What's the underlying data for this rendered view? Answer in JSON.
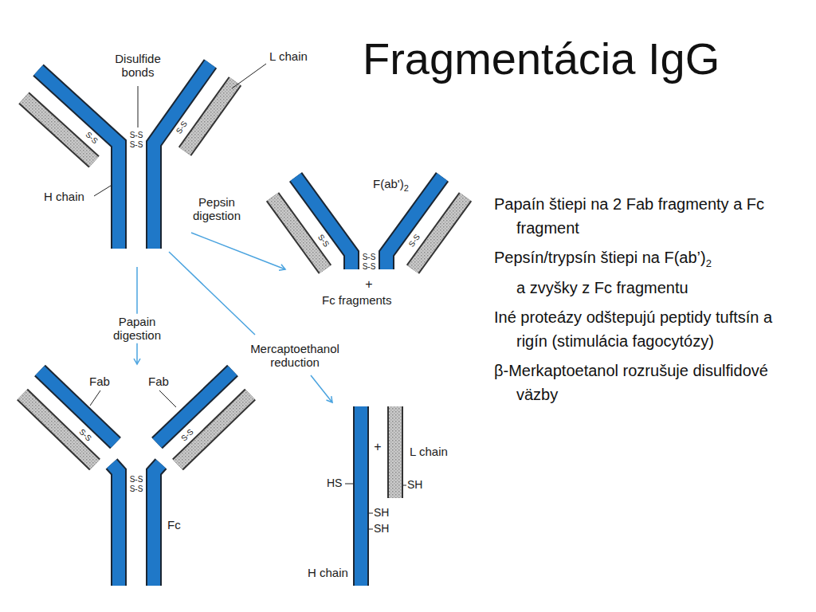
{
  "diagram": {
    "title": "Fragmentácia IgG",
    "labels": [
      "Disulfide bonds",
      "L chain",
      "S-S",
      "S-S",
      "S-S",
      "S-S",
      "H chain",
      "Pepsin digestion",
      "F(ab')",
      "2",
      "S-S",
      "S-S",
      "S-S",
      "S-S",
      "+",
      "Fc fragments",
      "Papain digestion",
      "Mercaptoethanol reduction",
      "Fab",
      "Fab",
      "S-S",
      "S-S",
      "S-S",
      "S-S",
      "Fc",
      "HS",
      "+",
      "L chain",
      "SH",
      "SH",
      "SH",
      "H chain",
      "Papaín štiepi na 2 Fab fragmenty a Fc fragment",
      "Pepsín/trypsín štiepi na F(ab’)",
      "2",
      "a zvyšky z Fc fragmentu",
      "Iné proteázy odštepujú peptidy tuftsín a rigín (stimulácia fagocytózy)",
      "β-Merkaptoetanol rozrušuje disulfidové väzby"
    ]
  }
}
